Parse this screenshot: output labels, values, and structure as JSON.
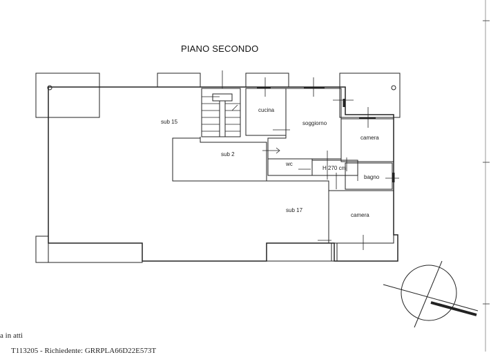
{
  "title": "PIANO SECONDO",
  "rooms": {
    "sub15": "sub 15",
    "sub2": "sub 2",
    "sub17": "sub 17",
    "cucina": "cucina",
    "soggiorno": "soggiorno",
    "camera1": "camera",
    "camera2": "camera",
    "wc": "wc",
    "bagno": "bagno",
    "height": "H 270 cm"
  },
  "footer": {
    "line1": "a in atti",
    "line2": "T113205 - Richiedente: GRRPLA66D22E573T"
  }
}
